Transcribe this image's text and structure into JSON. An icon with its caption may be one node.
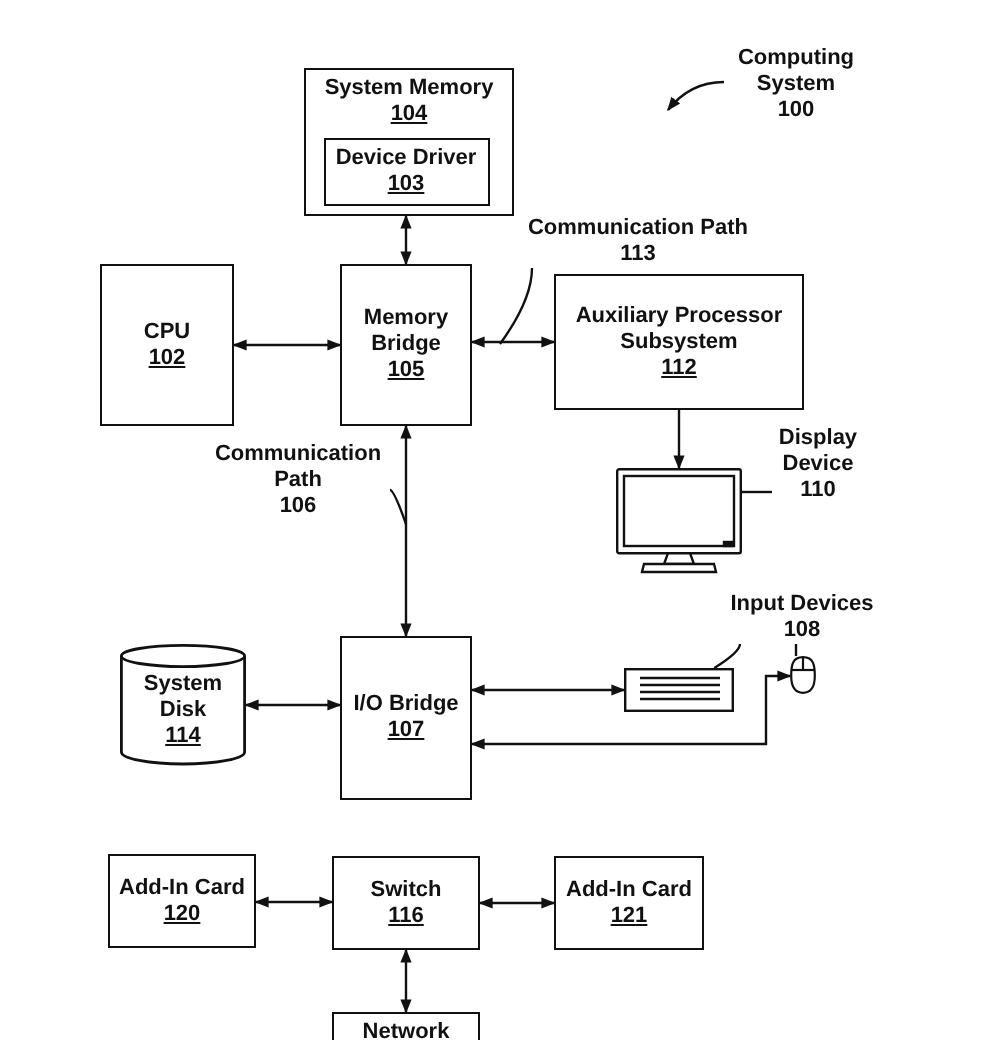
{
  "diagram": {
    "nodes": [
      {
        "text": [
          "Computing System",
          "100"
        ]
      },
      {
        "text": [
          "System Memory",
          "104"
        ]
      },
      {
        "text": [
          "Device Driver",
          "103"
        ],
        "in": 1
      },
      {
        "text": [
          "Communication Path",
          "113"
        ]
      },
      {
        "text": [
          "CPU",
          "102"
        ]
      },
      {
        "text": [
          "Memory Bridge",
          "105"
        ]
      },
      {
        "text": [
          "Auxiliary Processor Subsystem",
          "112"
        ]
      },
      {
        "text": [
          "Display Device",
          "110"
        ]
      },
      {
        "text": [
          "Communication Path",
          "106"
        ]
      },
      {
        "text": [],
        "shape": "picture"
      },
      {
        "text": [
          "Input Devices",
          "108"
        ]
      },
      {
        "text": [
          "System Disk",
          "114"
        ]
      },
      {
        "text": [
          "I/O Bridge",
          "107"
        ]
      },
      {
        "text": [],
        "shape": "picture"
      },
      {
        "text": [],
        "shape": "picture"
      },
      {
        "text": [
          "Add-In Card",
          "120"
        ]
      },
      {
        "text": [
          "Switch",
          "116"
        ]
      },
      {
        "text": [
          "Add-In Card",
          "121"
        ]
      },
      {
        "text": [
          "Network"
        ]
      }
    ],
    "edges": [
      {
        "from": 0,
        "to": null,
        "arrow": "to"
      },
      {
        "from": 1,
        "to": 5,
        "arrow": "both"
      },
      {
        "from": 4,
        "to": 5,
        "arrow": "both"
      },
      {
        "from": 5,
        "to": 6,
        "arrow": "both"
      },
      {
        "from": 3,
        "to": null,
        "arrow": "none"
      },
      {
        "from": 6,
        "to": 9,
        "arrow": "to"
      },
      {
        "from": 7,
        "to": 9,
        "arrow": "none"
      },
      {
        "from": 5,
        "to": 12,
        "arrow": "both"
      },
      {
        "from": 8,
        "to": null,
        "arrow": "none"
      },
      {
        "from": 10,
        "to": 13,
        "arrow": "none"
      },
      {
        "from": 10,
        "to": 14,
        "arrow": "none"
      },
      {
        "from": 11,
        "to": 12,
        "arrow": "both"
      },
      {
        "from": 12,
        "to": 13,
        "arrow": "both"
      },
      {
        "from": 12,
        "to": 14,
        "arrow": "both"
      },
      {
        "from": 15,
        "to": 16,
        "arrow": "both"
      },
      {
        "from": 16,
        "to": 17,
        "arrow": "both"
      },
      {
        "from": 16,
        "to": 18,
        "arrow": "both"
      }
    ]
  }
}
